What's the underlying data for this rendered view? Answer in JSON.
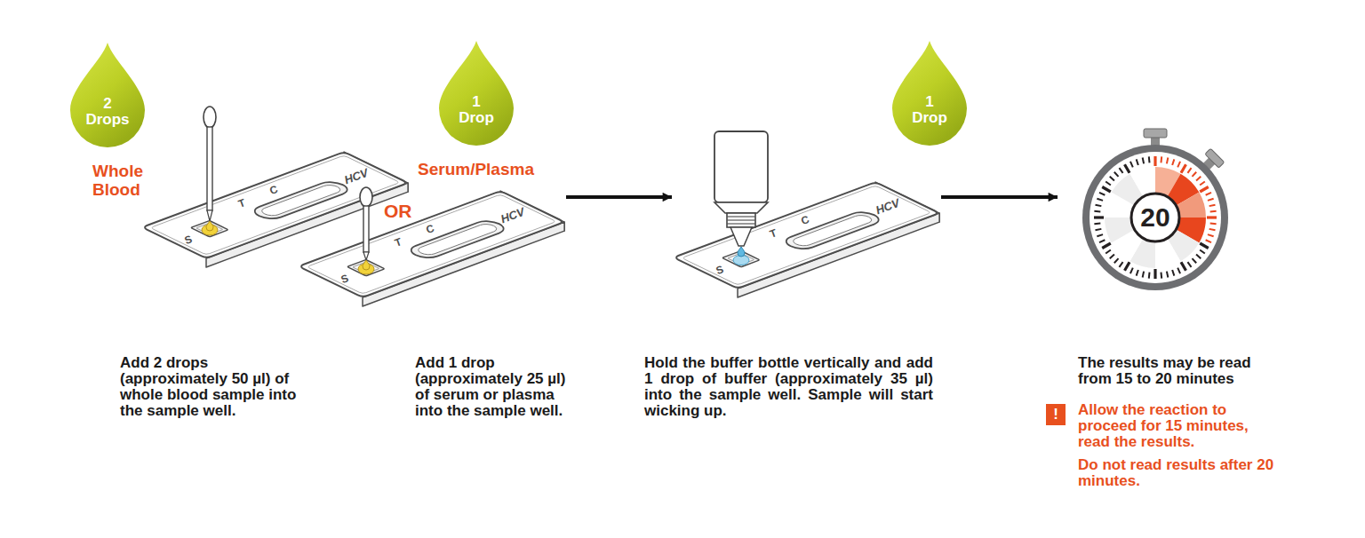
{
  "diagram": {
    "nodes": [
      {
        "text": [
          "2 Drops"
        ]
      },
      {
        "text": [
          "HCV",
          "C",
          "T",
          "S"
        ]
      },
      {
        "text": [
          "1 Drop"
        ]
      },
      {
        "text": [
          "HCV",
          "C",
          "T",
          "S"
        ]
      },
      {
        "text": [
          "1 Drop"
        ]
      },
      {
        "text": [
          "HCV",
          "C",
          "T",
          "S"
        ]
      },
      {
        "text": [
          "20"
        ]
      },
      {
        "text": [
          "!"
        ]
      }
    ],
    "edges": [
      {
        "from": 3,
        "to": 5,
        "arrow": "to"
      },
      {
        "from": 5,
        "to": 6,
        "arrow": "to"
      }
    ],
    "labels": [
      "Whole Blood",
      "OR",
      "Serum/Plasma",
      "Add 2 drops (approximately 50 µl) of whole blood sample into the sample well.",
      "Add 1 drop (approximately 25 µl) of serum or plasma into the sample well.",
      "Hold the buffer bottle vertically and add 1 drop of buffer (approximately 35 µl) into the sample well. Sample will start wicking up.",
      "The results may be read from 15 to 20 minutes",
      "Allow the reaction to proceed for 15 minutes, read the results.",
      "Do not read results after 20 minutes."
    ]
  }
}
